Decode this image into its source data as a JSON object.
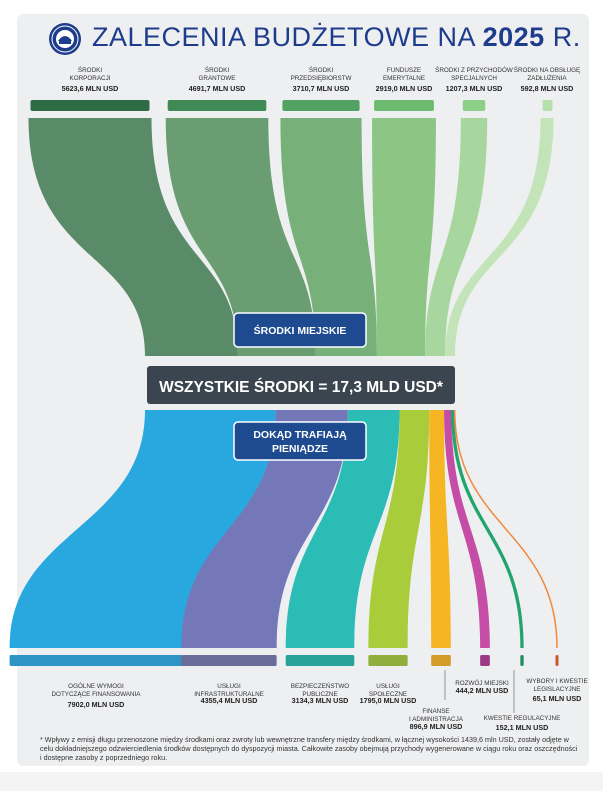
{
  "header": {
    "title_prefix": "ZALECENIA BUDŻETOWE NA",
    "title_year": "2025",
    "title_suffix": "R.",
    "seal_icon": "city-seal-icon"
  },
  "labels": {
    "city_funds": "ŚRODKI MIEJSKIE",
    "total": "WSZYSTKIE ŚRODKI = 17,3 MLD USD*",
    "where_line1": "DOKĄD TRAFIAJĄ",
    "where_line2": "PIENIĄDZE"
  },
  "footnote": "* Wpływy z emisji długu przenoszone między środkami oraz zwroty lub wewnętrzne transfery między środkami, w łącznej wysokości 1439,6 mln USD, zostały odjęte w celu dokładniejszego odzwierciedlenia środków dostępnych do dyspozycji miasta. Całkowite zasoby obejmują przychody wygenerowane w ciągu roku oraz oszczędności i dostępne zasoby z poprzedniego roku.",
  "chart_data": {
    "type": "sankey",
    "unit": "MLN USD",
    "total": "17,3 MLD USD",
    "sources": [
      {
        "name_lines": [
          "ŚRODKI",
          "KORPORACJI"
        ],
        "value": 5623.6,
        "value_label": "5623,6 MLN USD",
        "color": "#2e6b45",
        "flow_color": "#5a8b68"
      },
      {
        "name_lines": [
          "ŚRODKI",
          "GRANTOWE"
        ],
        "value": 4691.7,
        "value_label": "4691,7 MLN USD",
        "color": "#3f8a55",
        "flow_color": "#6a9e72"
      },
      {
        "name_lines": [
          "ŚRODKI",
          "PRZEDSIĘBIORSTW"
        ],
        "value": 3710.7,
        "value_label": "3710,7 MLN USD",
        "color": "#52a263",
        "flow_color": "#78b07a"
      },
      {
        "name_lines": [
          "FUNDUSZE",
          "EMERYTALNE"
        ],
        "value": 2919.0,
        "value_label": "2919,0 MLN USD",
        "color": "#6dbb6e",
        "flow_color": "#8cc584"
      },
      {
        "name_lines": [
          "ŚRODKI Z PRZYCHODÓW",
          "SPECJALNYCH"
        ],
        "value": 1207.3,
        "value_label": "1207,3 MLN USD",
        "color": "#8ccf86",
        "flow_color": "#a7d69e"
      },
      {
        "name_lines": [
          "ŚRODKI NA OBSŁUGĘ",
          "ZADŁUŻENIA"
        ],
        "value": 592.8,
        "value_label": "592,8 MLN USD",
        "color": "#b5e0ac",
        "flow_color": "#c3e4b9"
      }
    ],
    "destinations": [
      {
        "name_lines": [
          "OGÓLNE WYMOGI",
          "DOTYCZĄCE FINANSOWANIA"
        ],
        "value": 7902.0,
        "value_label": "7902,0 MLN USD",
        "color": "#2e94c5",
        "flow_color": "#29a8e0"
      },
      {
        "name_lines": [
          "USŁUGI",
          "INFRASTRUKTURALNE"
        ],
        "value": 4355.4,
        "value_label": "4355,4 MLN USD",
        "color": "#6a6c9a",
        "flow_color": "#7478b8"
      },
      {
        "name_lines": [
          "BEZPIECZEŃSTWO",
          "PUBLICZNE"
        ],
        "value": 3134.3,
        "value_label": "3134,3 MLN USD",
        "color": "#29a29c",
        "flow_color": "#2bbcb6"
      },
      {
        "name_lines": [
          "USŁUGI",
          "SPOŁECZNE"
        ],
        "value": 1795.0,
        "value_label": "1795,0 MLN USD",
        "color": "#8fae3c",
        "flow_color": "#a8cc3a"
      },
      {
        "name_lines": [
          "FINANSE",
          "I ADMINISTRACJA"
        ],
        "value": 896.9,
        "value_label": "896,9 MLN USD",
        "color": "#d49a2a",
        "flow_color": "#f6b624"
      },
      {
        "name_lines": [
          "ROZWÓJ MIEJSKI"
        ],
        "value": 444.2,
        "value_label": "444,2 MLN USD",
        "color": "#9c3a88",
        "flow_color": "#c54da6"
      },
      {
        "name_lines": [
          "KWESTIE REGULACYJNE"
        ],
        "value": 152.1,
        "value_label": "152,1 MLN USD",
        "color": "#1f8e5e",
        "flow_color": "#21a56c"
      },
      {
        "name_lines": [
          "WYBORY I KWESTIE",
          "LEGISLACYJNE"
        ],
        "value": 65.1,
        "value_label": "65,1 MLN USD",
        "color": "#c65a2a",
        "flow_color": "#ef8a3d"
      }
    ]
  }
}
